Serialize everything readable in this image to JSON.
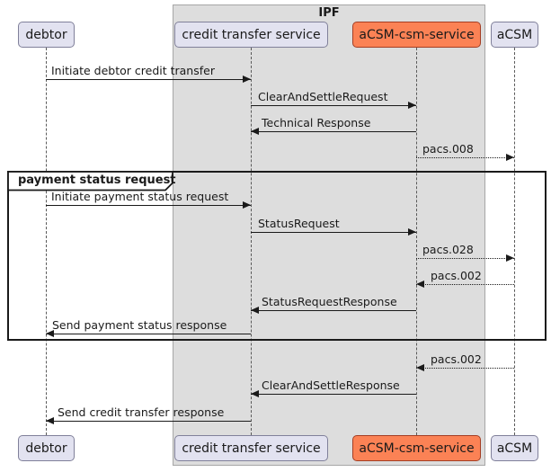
{
  "container": {
    "title": "IPF"
  },
  "frame": {
    "title": "payment status request"
  },
  "participants": [
    {
      "name": "debtor",
      "highlighted": false
    },
    {
      "name": "credit transfer service",
      "highlighted": false
    },
    {
      "name": "aCSM-csm-service",
      "highlighted": true
    },
    {
      "name": "aCSM",
      "highlighted": false
    }
  ],
  "messages": [
    {
      "label": "Initiate debtor credit transfer",
      "from": "debtor",
      "to": "credit transfer service",
      "line": "solid",
      "direction": "right"
    },
    {
      "label": "ClearAndSettleRequest",
      "from": "credit transfer service",
      "to": "aCSM-csm-service",
      "line": "solid",
      "direction": "right"
    },
    {
      "label": "Technical Response",
      "from": "aCSM-csm-service",
      "to": "credit transfer service",
      "line": "solid",
      "direction": "left"
    },
    {
      "label": "pacs.008",
      "from": "aCSM-csm-service",
      "to": "aCSM",
      "line": "dotted",
      "direction": "right"
    },
    {
      "label": "Initiate payment status request",
      "from": "debtor",
      "to": "credit transfer service",
      "line": "solid",
      "direction": "right"
    },
    {
      "label": "StatusRequest",
      "from": "credit transfer service",
      "to": "aCSM-csm-service",
      "line": "solid",
      "direction": "right"
    },
    {
      "label": "pacs.028",
      "from": "aCSM-csm-service",
      "to": "aCSM",
      "line": "dotted",
      "direction": "right"
    },
    {
      "label": "pacs.002",
      "from": "aCSM",
      "to": "aCSM-csm-service",
      "line": "dotted",
      "direction": "left"
    },
    {
      "label": "StatusRequestResponse",
      "from": "aCSM-csm-service",
      "to": "credit transfer service",
      "line": "solid",
      "direction": "left"
    },
    {
      "label": "Send payment status response",
      "from": "credit transfer service",
      "to": "debtor",
      "line": "solid",
      "direction": "left"
    },
    {
      "label": "pacs.002",
      "from": "aCSM",
      "to": "aCSM-csm-service",
      "line": "dotted",
      "direction": "left"
    },
    {
      "label": "ClearAndSettleResponse",
      "from": "aCSM-csm-service",
      "to": "credit transfer service",
      "line": "solid",
      "direction": "left"
    },
    {
      "label": "Send credit transfer response",
      "from": "credit transfer service",
      "to": "debtor",
      "line": "solid",
      "direction": "left"
    }
  ],
  "colors": {
    "participant_fill": "#E2E2F0",
    "participant_border": "#80809A",
    "highlight_fill": "#FB8255",
    "highlight_border": "#A33E24",
    "container_fill": "#DDDDDD",
    "container_border": "#A6A6A6",
    "frame_border": "#1A1A1A",
    "arrow": "#1A1A1A",
    "lifeline": "#5A5A5A"
  }
}
